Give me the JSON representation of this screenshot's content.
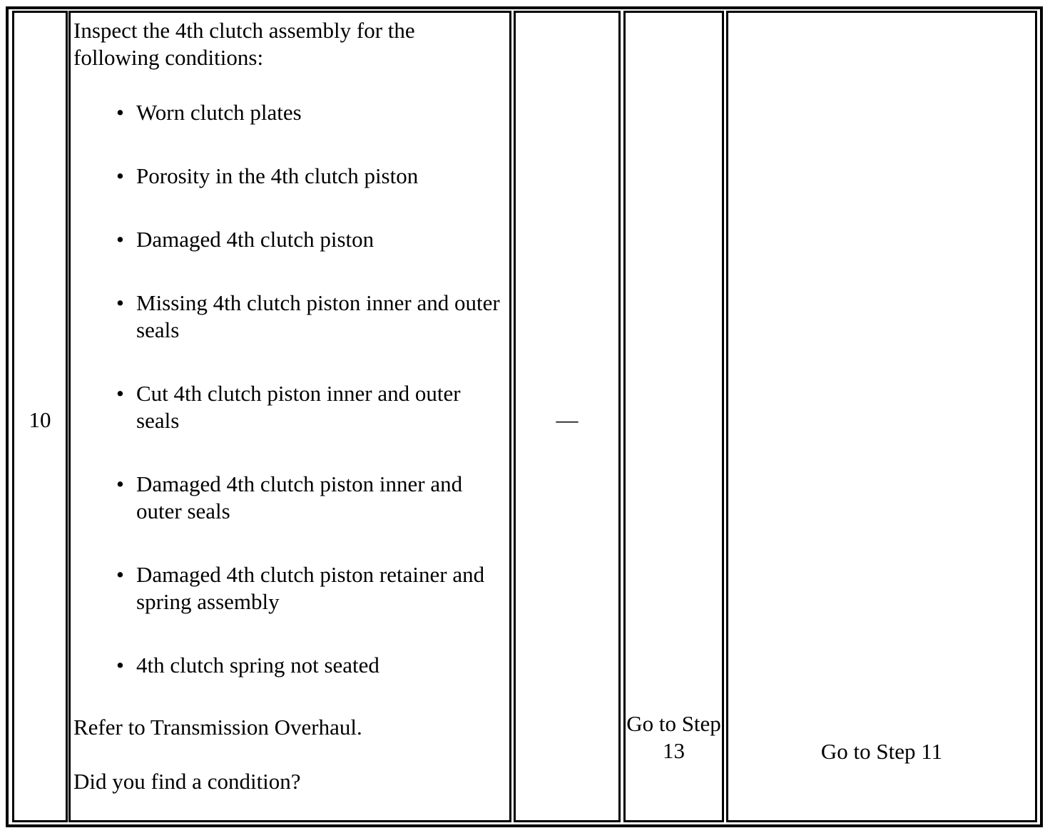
{
  "row": {
    "step": "10",
    "action": {
      "intro": "Inspect the 4th clutch assembly for the following conditions:",
      "conditions": [
        "Worn clutch plates",
        "Porosity in the 4th clutch piston",
        "Damaged 4th clutch piston",
        "Missing 4th clutch piston inner and outer seals",
        "Cut 4th clutch piston inner and outer seals",
        "Damaged 4th clutch piston inner and outer seals",
        "Damaged 4th clutch piston retainer and spring assembly",
        "4th clutch spring not seated"
      ],
      "refer": "Refer to Transmission Overhaul.",
      "question": "Did you find a condition?"
    },
    "value": "—",
    "yes": "Go to Step 13",
    "no": "Go to Step 11"
  },
  "bullet_glyph": "•"
}
